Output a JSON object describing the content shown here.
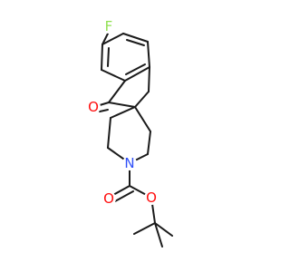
{
  "molecule": {
    "atoms": {
      "fluorine": {
        "symbol": "F",
        "color": "#90e050"
      },
      "ketone_oxygen": {
        "symbol": "O",
        "color": "#ff0d0d"
      },
      "nitrogen": {
        "symbol": "N",
        "color": "#3050f8"
      },
      "carbonyl_oxygen": {
        "symbol": "O",
        "color": "#ff0d0d"
      },
      "ester_oxygen": {
        "symbol": "O",
        "color": "#ff0d0d"
      }
    },
    "bond_color": "#1a1a1a"
  }
}
